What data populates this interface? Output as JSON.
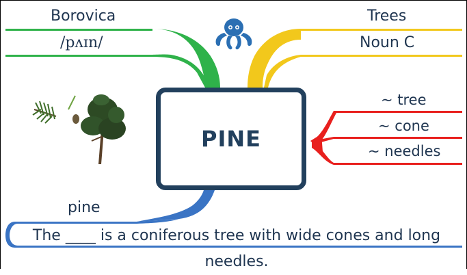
{
  "center": {
    "word": "PINE"
  },
  "left_top": {
    "translation": "Borovica",
    "ipa": "/pʌɪn/"
  },
  "right_top": {
    "category": "Trees",
    "grammar": "Noun C"
  },
  "right_mid": {
    "collocations": [
      "~ tree",
      "~ cone",
      "~ needles"
    ]
  },
  "bottom": {
    "answer": "pine",
    "definition": "The ____ is a coniferous tree with wide cones and long needles."
  },
  "colors": {
    "green": "#2fb24a",
    "yellow": "#f2c81c",
    "red": "#e8201e",
    "blue": "#3a74c4",
    "navy": "#22405d",
    "logo": "#2b6fb3"
  },
  "icons": [
    "octopus-icon",
    "pine-branch-illustration",
    "pine-tree-illustration"
  ]
}
